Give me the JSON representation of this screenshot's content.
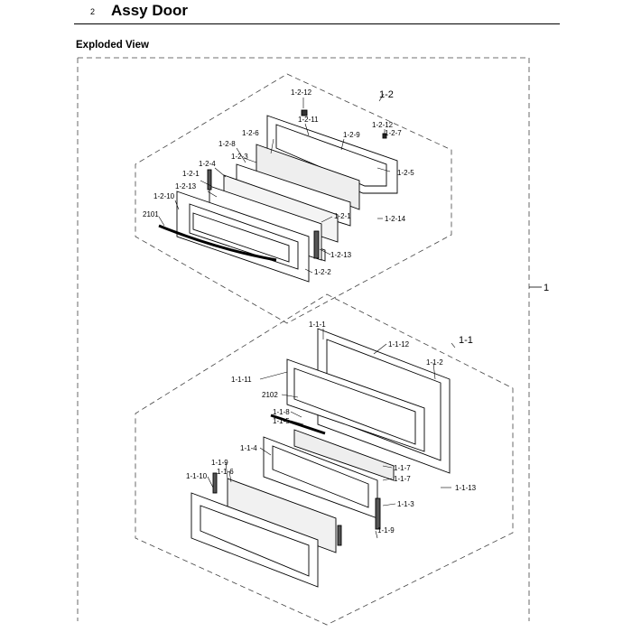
{
  "header": {
    "section_number": "2",
    "title": "Assy Door"
  },
  "subtitle": "Exploded View",
  "labels": {
    "l_1": "1",
    "l_1_2": "1-2",
    "l_1_2_12a": "1-2-12",
    "l_1_2_11": "1-2-11",
    "l_1_2_12b": "1-2-12",
    "l_1_2_7": "1-2-7",
    "l_1_2_6": "1-2-6",
    "l_1_2_9": "1-2-9",
    "l_1_2_8": "1-2-8",
    "l_1_2_3": "1-2-3",
    "l_1_2_4": "1-2-4",
    "l_1_2_5": "1-2-5",
    "l_1_2_1a": "1-2-1",
    "l_1_2_13a": "1-2-13",
    "l_1_2_10": "1-2-10",
    "l_2101": "2101",
    "l_1_2_1b": "1-2-1",
    "l_1_2_14": "1-2-14",
    "l_1_2_13b": "1-2-13",
    "l_1_2_2": "1-2-2",
    "l_1_1": "1-1",
    "l_1_1_1": "1-1-1",
    "l_1_1_12": "1-1-12",
    "l_1_1_2": "1-1-2",
    "l_1_1_11": "1-1-11",
    "l_2102": "2102",
    "l_1_1_8": "1-1-8",
    "l_1_1_5": "1-1-5",
    "l_1_1_4": "1-1-4",
    "l_1_1_9a": "1-1-9",
    "l_1_1_7a": "1-1-7",
    "l_1_1_7b": "1-1-7",
    "l_1_1_13": "1-1-13",
    "l_1_1_10": "1-1-10",
    "l_1_1_6": "1-1-6",
    "l_1_1_3": "1-1-3",
    "l_1_1_9b": "1-1-9"
  }
}
